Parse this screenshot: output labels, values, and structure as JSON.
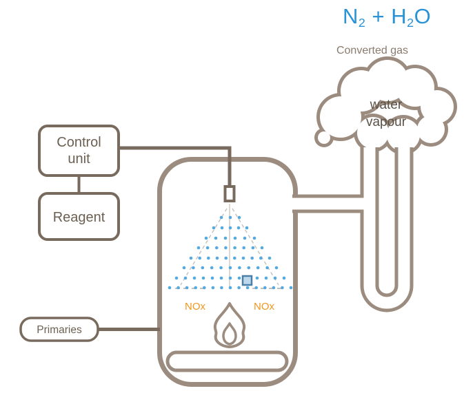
{
  "formula": {
    "parts": [
      {
        "t": "N"
      },
      {
        "t": "2"
      },
      {
        "t": " + H"
      },
      {
        "t": "2"
      },
      {
        "t": "O"
      }
    ]
  },
  "labels": {
    "converted_gas": "Converted gas",
    "water_line1": "water",
    "water_line2": "vapour",
    "control_line1": "Control",
    "control_line2": "unit",
    "reagent": "Reagent",
    "primaries": "Primaries",
    "nox_left": "NOx",
    "nox_right": "NOx"
  },
  "colors": {
    "accent_blue": "#2a93d5",
    "dot_blue": "#54a9e0",
    "nox_orange": "#f2961d",
    "outline_taupe": "#9b8c7f",
    "box_brown": "#786a5c",
    "droplet_square_blue": "#4a80a8"
  }
}
